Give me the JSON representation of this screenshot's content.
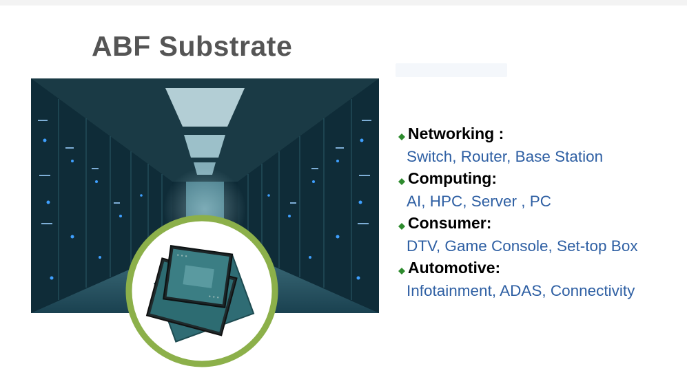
{
  "slide": {
    "title": "ABF Substrate"
  },
  "images": {
    "hero": "data-center-server-aisle-photo",
    "chip": "abf-substrate-chip-packages"
  },
  "colors": {
    "title": "#555555",
    "category": "#000000",
    "items": "#2e5fa3",
    "bullet": "#2e8b2e",
    "ring": "#8cb04a"
  },
  "applications": [
    {
      "label": "Networking :",
      "items": "Switch, Router, Base Station"
    },
    {
      "label": "Computing:",
      "items": "AI, HPC, Server , PC"
    },
    {
      "label": "Consumer:",
      "items": "DTV, Game Console, Set-top Box"
    },
    {
      "label": "Automotive:",
      "items": "Infotainment, ADAS, Connectivity"
    }
  ]
}
